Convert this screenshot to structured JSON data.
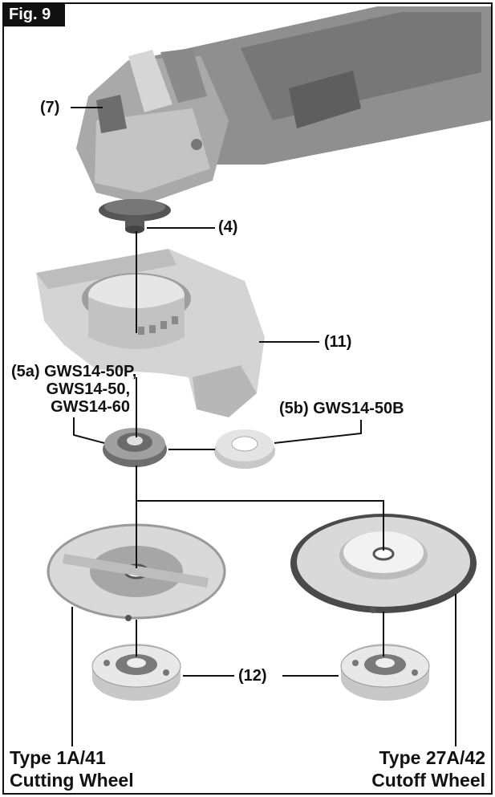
{
  "figure_label": "Fig. 9",
  "callouts": {
    "part_7": "(7)",
    "part_4": "(4)",
    "part_11": "(11)",
    "part_5a": [
      "(5a) GWS14-50P,",
      "GWS14-50,",
      "GWS14-60"
    ],
    "part_5b": "(5b) GWS14-50B",
    "part_12": "(12)"
  },
  "wheels": {
    "left": {
      "line1": "Type 1A/41",
      "line2": "Cutting Wheel"
    },
    "right": {
      "line1": "Type 27A/42",
      "line2": "Cutoff Wheel"
    }
  },
  "colors": {
    "ink": "#111111",
    "light_gray": "#d9d9d9",
    "mid_gray": "#a6a6a6",
    "dark_gray": "#6e6e6e"
  }
}
